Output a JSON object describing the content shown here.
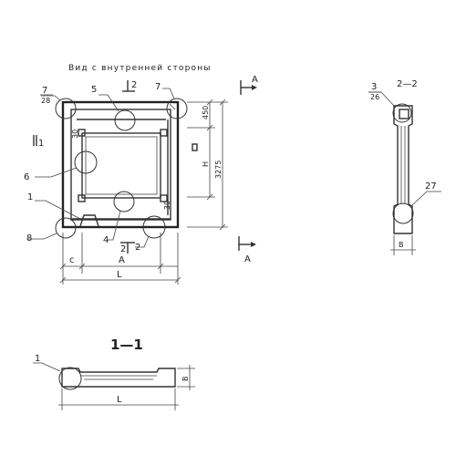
{
  "title": "Вид с внутренней стороны",
  "section_1_1": "1—1",
  "section_2_2": "2—2",
  "view_marker_top": "A",
  "view_marker_bottom": "A",
  "cut_2_top": "2",
  "cut_2_bottom": "2",
  "cut_1_left": "1",
  "dims": {
    "c": "c",
    "a": "A",
    "l": "L",
    "l_section": "L",
    "top_right": "450",
    "mid_right": "H",
    "overall_right": "3275",
    "b_section": "В",
    "h_section": "В",
    "small_tl": "30",
    "small_br": "30"
  },
  "callouts": {
    "c7_tl_top": "7",
    "c7_tl_bot": "28",
    "c5": "5",
    "c7_tr": "7",
    "c6": "6",
    "c1": "1",
    "c8": "8",
    "c4": "4",
    "c2": "2",
    "c3_top": "3",
    "c3_bot": "26",
    "c27": "27",
    "c1_section": "1"
  }
}
